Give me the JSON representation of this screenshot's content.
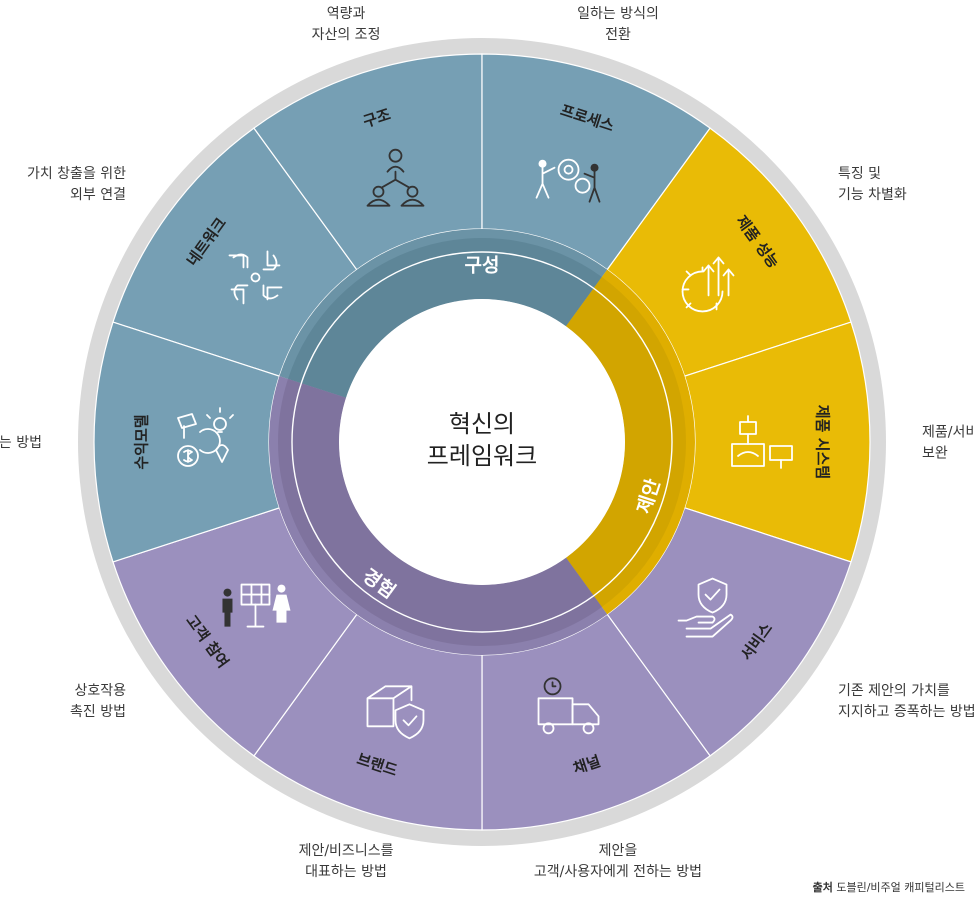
{
  "center": {
    "line1": "혁신의",
    "line2": "프레임워크"
  },
  "rings": [
    {
      "label": "구성",
      "color": "#5e8698"
    },
    {
      "label": "제안",
      "color": "#d2a500"
    },
    {
      "label": "경험",
      "color": "#7f739e"
    }
  ],
  "segments": [
    {
      "label": "네트워크",
      "icon": "handshake-network-icon",
      "description": [
        "가치 창출을 위한",
        "외부 연결"
      ],
      "color": "#769fb4"
    },
    {
      "label": "구조",
      "icon": "org-structure-icon",
      "description": [
        "역량과",
        "자산의 조정"
      ],
      "color": "#769fb4"
    },
    {
      "label": "프로세스",
      "icon": "people-gears-icon",
      "description": [
        "일하는 방식의",
        "전환"
      ],
      "color": "#769fb4"
    },
    {
      "label": "제품 성능",
      "icon": "gear-arrows-icon",
      "description": [
        "특징 및",
        "기능 차별화"
      ],
      "color": "#e9bb06"
    },
    {
      "label": "제품 시스템",
      "icon": "robot-arm-icon",
      "description": [
        "제품/서비스의",
        "보완"
      ],
      "color": "#e9bb06"
    },
    {
      "label": "서비스",
      "icon": "hand-shield-icon",
      "description": [
        "기존 제안의 가치를",
        "지지하고 증폭하는 방법"
      ],
      "color": "#9b90be"
    },
    {
      "label": "채널",
      "icon": "delivery-truck-icon",
      "description": [
        "제안을",
        "고객/사용자에게 전하는 방법"
      ],
      "color": "#9b90be"
    },
    {
      "label": "브랜드",
      "icon": "box-shield-icon",
      "description": [
        "제안/비즈니스를",
        "대표하는 방법"
      ],
      "color": "#9b90be"
    },
    {
      "label": "고객 참여",
      "icon": "kiosk-people-icon",
      "description": [
        "상호작용",
        "촉진 방법"
      ],
      "color": "#9b90be"
    },
    {
      "label": "수익모델",
      "icon": "money-cycle-icon",
      "description": [
        "돈 버는 방법"
      ],
      "color": "#769fb4"
    }
  ],
  "credit": {
    "label": "출처",
    "source": "도블린/비주얼 캐피털리스트"
  }
}
